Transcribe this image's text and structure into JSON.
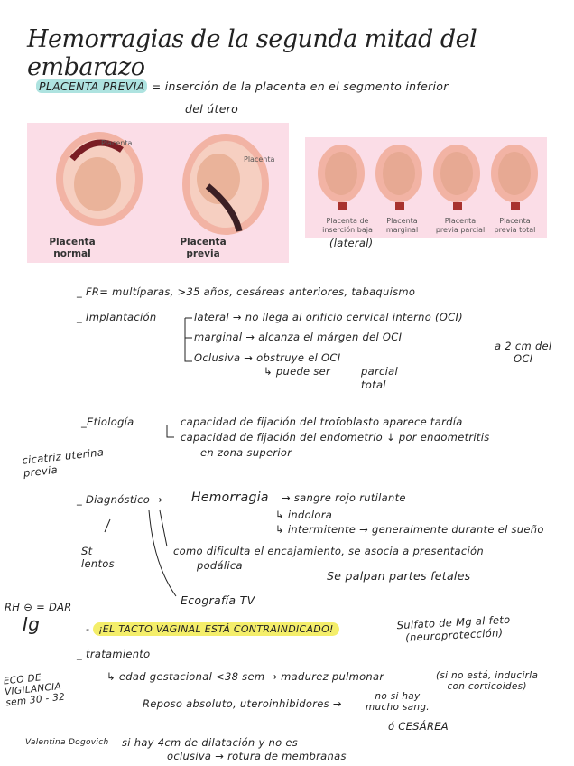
{
  "title": "Hemorragias de la segunda mitad del embarazo",
  "definition": {
    "term": "PLACENTA PREVIA",
    "text": "= inserción de la placenta en el segmento inferior",
    "text2": "del útero"
  },
  "figure1": {
    "label_placenta_1": "Placenta",
    "label_placenta_2": "Placenta",
    "caption_1": "Placenta normal",
    "caption_2": "Placenta previa"
  },
  "figure2": {
    "captions": [
      "Placenta de inserción baja",
      "Placenta marginal",
      "Placenta previa parcial",
      "Placenta previa total"
    ],
    "note": "(lateral)"
  },
  "fr": "_ FR= multíparas, >35 años, cesáreas anteriores, tabaquismo",
  "implantacion": {
    "head": "_ Implantación",
    "lateral": "lateral → no llega al orificio cervical interno (OCI)",
    "marginal": "marginal → alcanza el márgen del OCI",
    "oclusiva": "Oclusiva → obstruye el OCI",
    "puede": "↳ puede ser",
    "parcial": "parcial",
    "total": "total",
    "side": [
      "a 2 cm del",
      "OCI"
    ]
  },
  "etiologia": {
    "head": "_Etiología",
    "l1": "capacidad de fijación del trofoblasto aparece tardía",
    "l2": "capacidad de fijación del endometrio ↓ por endometritis",
    "l3": "en zona superior",
    "side": [
      "cicatriz uterina",
      "previa"
    ]
  },
  "diagnostico": {
    "head": "_ Diagnóstico →",
    "hem": "Hemorragia",
    "l1": "→ sangre rojo rutilante",
    "l2": "↳ indolora",
    "l3": "↳ intermitente → generalmente durante el sueño",
    "l4": "como dificulta el encajamiento, se asocia a presentación",
    "l5": "podálica",
    "l6": "Se palpan partes fetales",
    "l7": "Ecografía TV",
    "side": [
      "St",
      "lentos"
    ]
  },
  "warning": "¡EL TACTO VAGINAL ESTÁ CONTRAINDICADO!",
  "rh": [
    "RH ⊖ = DAR",
    "Ig"
  ],
  "sulfato": [
    "Sulfato de Mg al feto",
    "(neuroprotección)"
  ],
  "tratamiento": {
    "head": "_ tratamiento",
    "l1": "↳ edad gestacional <38 sem → madurez pulmonar",
    "l1b": "(si no está, inducirla",
    "l1c": "con corticoides)",
    "l2": "Reposo absoluto, uteroinhibidores →",
    "l2b": "no si hay",
    "l2c": "mucho sang.",
    "l3": "ó  CESÁREA",
    "l4": "si hay 4cm de dilatación y no es",
    "l5": "oclusiva → rotura de membranas",
    "side": [
      "ECO DE",
      "VIGILANCIA",
      "sem 30 - 32"
    ]
  },
  "author": "Valentina Dogovich",
  "colors": {
    "highlight_cyan": "#aee3e0",
    "highlight_yellow": "#f4ee6a",
    "panel": "#fbdde7"
  }
}
